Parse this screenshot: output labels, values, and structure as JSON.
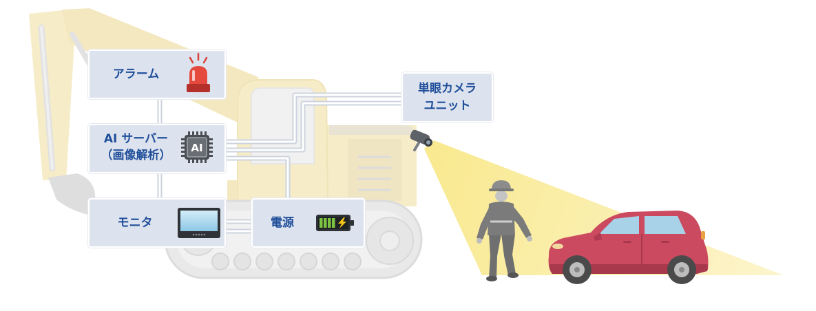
{
  "diagram": {
    "alarm": {
      "label": "アラーム",
      "icon": "siren-icon"
    },
    "ai_server": {
      "label": "AI サーバー",
      "sublabel": "（画像解析）",
      "chip_text": "AI",
      "icon": "ai-chip-icon"
    },
    "monitor": {
      "label": "モニタ",
      "icon": "monitor-icon"
    },
    "power": {
      "label": "電源",
      "icon": "battery-icon"
    },
    "camera_unit": {
      "line1": "単眼カメラ",
      "line2": "ユニット",
      "icon": "camera-icon"
    }
  },
  "colors": {
    "label_text": "#1f4e9a",
    "box_fill": "#dde3ee",
    "light_cone": "#f9eb98",
    "excavator": "#f6ecc8",
    "worker": "#7b7b7b",
    "car_body": "#cc4a60"
  }
}
